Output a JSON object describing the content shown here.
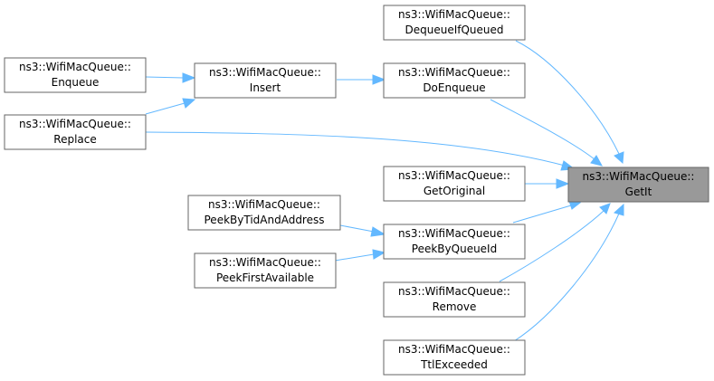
{
  "nodes": {
    "getit": {
      "line1": "ns3::WifiMacQueue::",
      "line2": "GetIt"
    },
    "dequeueifqueued": {
      "line1": "ns3::WifiMacQueue::",
      "line2": "DequeueIfQueued"
    },
    "doenqueue": {
      "line1": "ns3::WifiMacQueue::",
      "line2": "DoEnqueue"
    },
    "insert": {
      "line1": "ns3::WifiMacQueue::",
      "line2": "Insert"
    },
    "enqueue": {
      "line1": "ns3::WifiMacQueue::",
      "line2": "Enqueue"
    },
    "replace": {
      "line1": "ns3::WifiMacQueue::",
      "line2": "Replace"
    },
    "getoriginal": {
      "line1": "ns3::WifiMacQueue::",
      "line2": "GetOriginal"
    },
    "peekbyqueueid": {
      "line1": "ns3::WifiMacQueue::",
      "line2": "PeekByQueueId"
    },
    "peekbytidandaddress": {
      "line1": "ns3::WifiMacQueue::",
      "line2": "PeekByTidAndAddress"
    },
    "peekfirstavailable": {
      "line1": "ns3::WifiMacQueue::",
      "line2": "PeekFirstAvailable"
    },
    "remove": {
      "line1": "ns3::WifiMacQueue::",
      "line2": "Remove"
    },
    "ttlexceeded": {
      "line1": "ns3::WifiMacQueue::",
      "line2": "TtlExceeded"
    }
  },
  "colors": {
    "edge": "#63b8ff",
    "node_border": "#666666",
    "highlight_fill": "#999999"
  }
}
